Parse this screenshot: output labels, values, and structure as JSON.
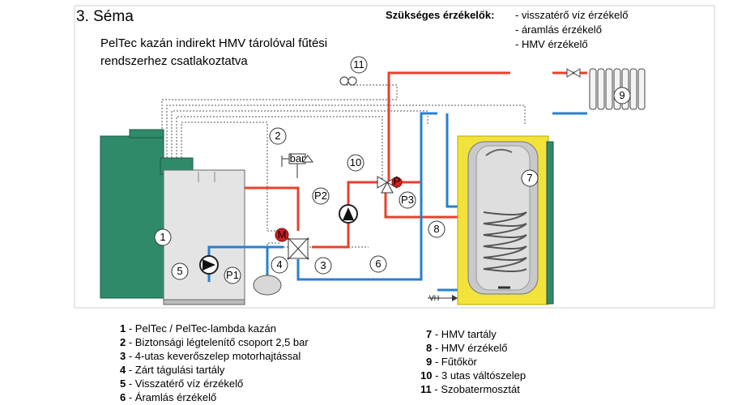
{
  "title": "3. Séma",
  "subtitle": "PelTec kazán indirekt HMV tárolóval fűtési rendszerhez csatlakoztatva",
  "sensors": {
    "heading": "Szükséges érzékelők:",
    "items": [
      "- visszatérő víz érzékelő",
      "- áramlás érzékelő",
      "- HMV érzékelő"
    ]
  },
  "labels": {
    "n1": "1",
    "n2": "2",
    "n3": "3",
    "n4": "4",
    "n5": "5",
    "n6": "6",
    "n7": "7",
    "n8": "8",
    "n9": "9",
    "n10": "10",
    "n11": "11",
    "p1": "P1",
    "p2": "P2",
    "p3": "P3",
    "m": "M",
    "p": "P",
    "bar": "bar",
    "vh": "VH"
  },
  "legend_left": [
    {
      "num": "1",
      "text": "- PelTec / PelTec-lambda kazán"
    },
    {
      "num": "2",
      "text": "- Biztonsági légtelenítő csoport 2,5 bar"
    },
    {
      "num": "3",
      "text": "- 4-utas keverőszelep motorhajtással"
    },
    {
      "num": "4",
      "text": "- Zárt tágulási tartály"
    },
    {
      "num": "5",
      "text": "- Visszatérő víz érzékelő"
    },
    {
      "num": "6",
      "text": "- Áramlás érzékelő"
    }
  ],
  "legend_right": [
    {
      "num": "7",
      "text": "- HMV tartály"
    },
    {
      "num": "8",
      "text": "- HMV érzékelő"
    },
    {
      "num": "9",
      "text": "- Fűtőkör"
    },
    {
      "num": "10",
      "text": "- 3 utas váltószelep"
    },
    {
      "num": "11",
      "text": "- Szobatermosztát"
    }
  ],
  "colors": {
    "hot": "#e8402b",
    "cold": "#2a7fd0",
    "boiler": "#2f8a6a",
    "tank": "#f2e23a"
  }
}
